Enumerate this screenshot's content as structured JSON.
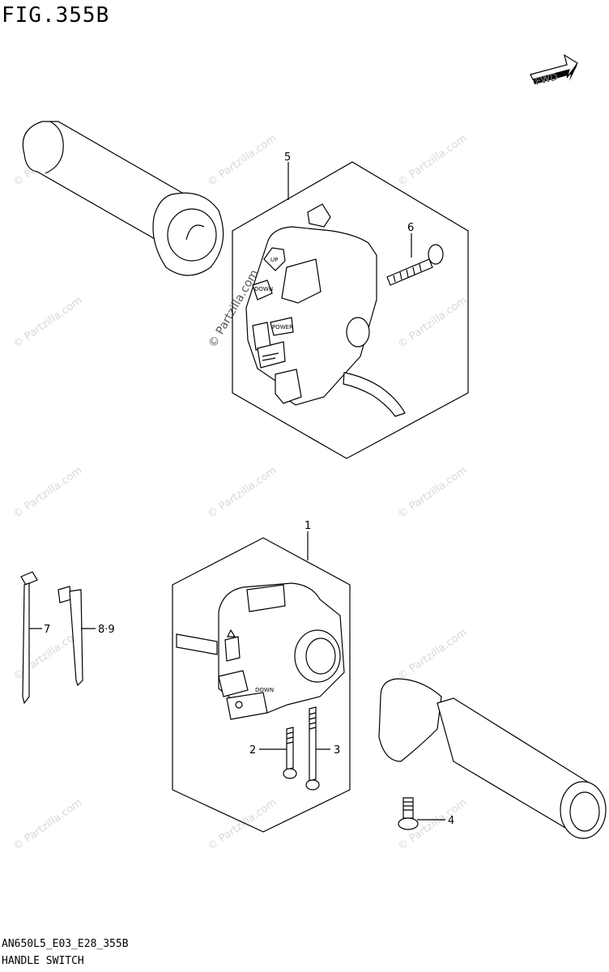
{
  "figure": {
    "title": "FIG.355B",
    "code": "AN650L5_E03_E28_355B",
    "name": "HANDLE SWITCH"
  },
  "direction_badge": "FWD",
  "watermark": "© Partzilla.com",
  "callouts": [
    "1",
    "2",
    "3",
    "4",
    "5",
    "6",
    "7",
    "8·9"
  ],
  "switch_labels": {
    "up": "UP",
    "down": "DOWN",
    "power": "POWER",
    "down_lower": "DOWN"
  }
}
